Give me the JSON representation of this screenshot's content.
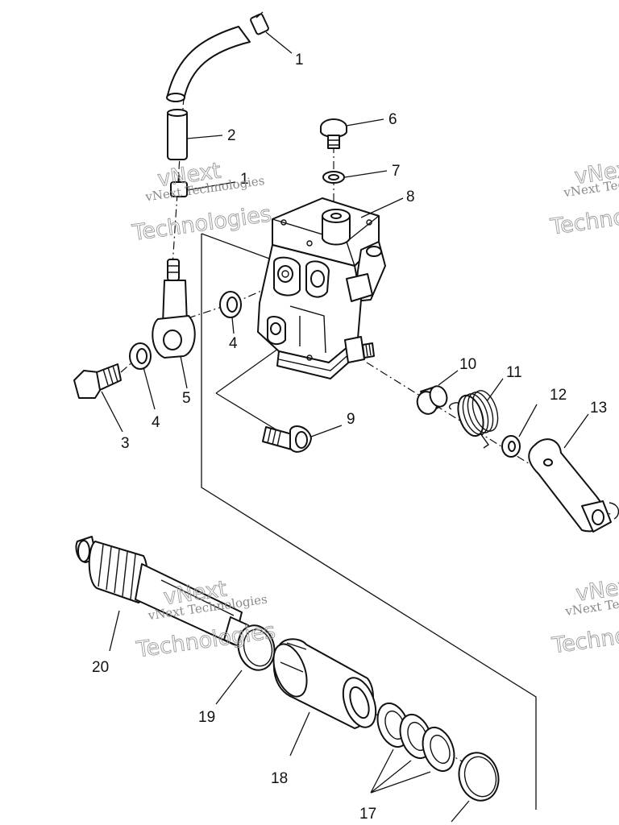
{
  "callouts": [
    "1",
    "2",
    "1",
    "3",
    "4",
    "4",
    "5",
    "6",
    "7",
    "8",
    "9",
    "10",
    "11",
    "12",
    "13",
    "17",
    "18",
    "19",
    "20"
  ],
  "watermark": {
    "small": "vNext Technologies",
    "large_top": "vNext",
    "large_bottom": "Technologies"
  }
}
